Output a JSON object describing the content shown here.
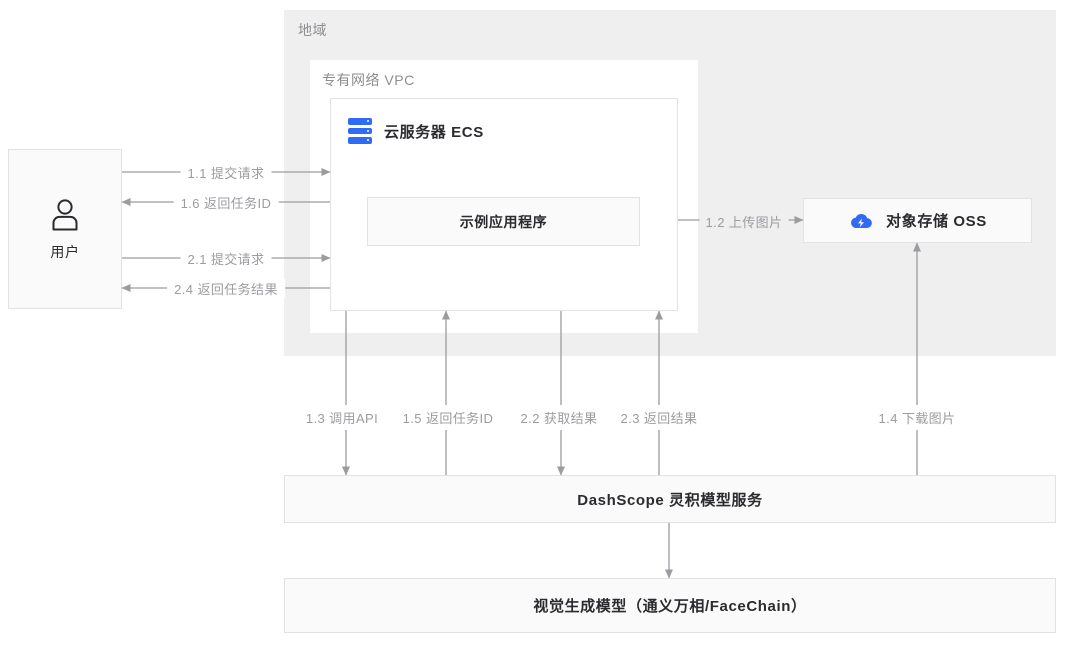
{
  "diagram": {
    "title": "Aliyun visual generation application architecture",
    "region": {
      "label": "地域"
    },
    "vpc": {
      "label": "专有网络 VPC"
    },
    "ecs": {
      "label": "云服务器 ECS",
      "icon": "server-rack-icon"
    },
    "app": {
      "label": "示例应用程序"
    },
    "user": {
      "label": "用户",
      "icon": "user-icon"
    },
    "oss": {
      "label": "对象存储 OSS",
      "icon": "cloud-storage-icon"
    },
    "dashscope": {
      "label": "DashScope 灵积模型服务"
    },
    "model": {
      "label": "视觉生成模型（通义万相/FaceChain）"
    },
    "flows": [
      {
        "id": "1.1",
        "label": "1.1 提交请求",
        "direction": "right"
      },
      {
        "id": "1.6",
        "label": "1.6 返回任务ID",
        "direction": "left"
      },
      {
        "id": "2.1",
        "label": "2.1 提交请求",
        "direction": "right"
      },
      {
        "id": "2.4",
        "label": "2.4 返回任务结果",
        "direction": "left"
      },
      {
        "id": "1.2",
        "label": "1.2 上传图片",
        "direction": "right"
      },
      {
        "id": "1.3",
        "label": "1.3 调用API",
        "direction": "down"
      },
      {
        "id": "1.5",
        "label": "1.5 返回任务ID",
        "direction": "up"
      },
      {
        "id": "2.2",
        "label": "2.2 获取结果",
        "direction": "down"
      },
      {
        "id": "2.3",
        "label": "2.3 返回结果",
        "direction": "up"
      },
      {
        "id": "1.4",
        "label": "1.4 下载图片",
        "direction": "up"
      }
    ],
    "colors": {
      "accent_blue": "#2f6bf5",
      "region_fill": "#efeff0",
      "box_fill": "#fafafa",
      "border": "#e2e2e5",
      "arrow": "#9b9ca0",
      "text_dark": "#2b2b2f",
      "text_muted": "#8d8e92"
    }
  }
}
